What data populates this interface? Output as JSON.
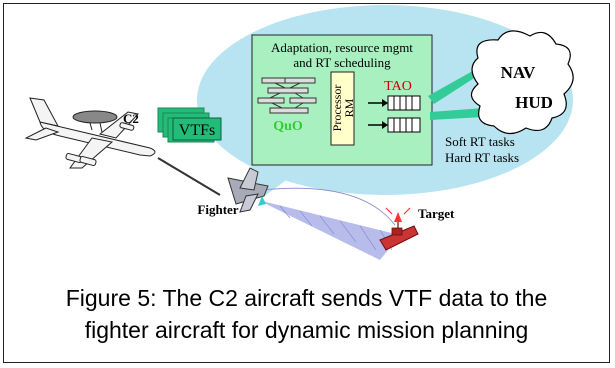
{
  "labels": {
    "adaptation_line1": "Adaptation, resource mgmt",
    "adaptation_line2": "and RT scheduling",
    "quo": "QuO",
    "processor_rm_line1": "Processor",
    "processor_rm_line2": "RM",
    "tao": "TAO",
    "nav": "NAV",
    "hud": "HUD",
    "soft_rt": "Soft RT tasks",
    "hard_rt": "Hard RT tasks",
    "c2": "C2",
    "vtfs": "VTFs",
    "fighter": "Fighter",
    "target": "Target"
  },
  "caption": {
    "line1": "Figure 5: The C2 aircraft sends VTF data to the",
    "line2": "fighter aircraft for dynamic mission planning"
  },
  "colors": {
    "bubble": "#b8e4f2",
    "box": "#a9f0c0",
    "quo_text": "#33cc33",
    "tao_text": "#cc0000",
    "arrow": "#33cc99",
    "vtf_card": "#22bb77"
  }
}
